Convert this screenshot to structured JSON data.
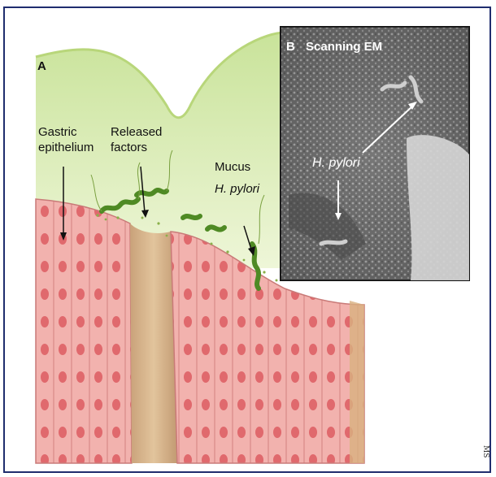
{
  "panel_a": {
    "letter": "A",
    "labels": {
      "gastric_epithelium": "Gastric\nepithelium",
      "released_factors": "Released\nfactors",
      "mucus": "Mucus",
      "h_pylori": "H. pylori"
    }
  },
  "panel_b": {
    "letter": "B",
    "title": "Scanning EM",
    "label": "H. pylori"
  },
  "artist_signature": "MS",
  "colors": {
    "mucus": "#d9eab0",
    "epithelium": "#f0a3a0",
    "nucleus": "#e06a6e",
    "bacteria": "#5f9a2e",
    "border": "#1f2d6e"
  }
}
